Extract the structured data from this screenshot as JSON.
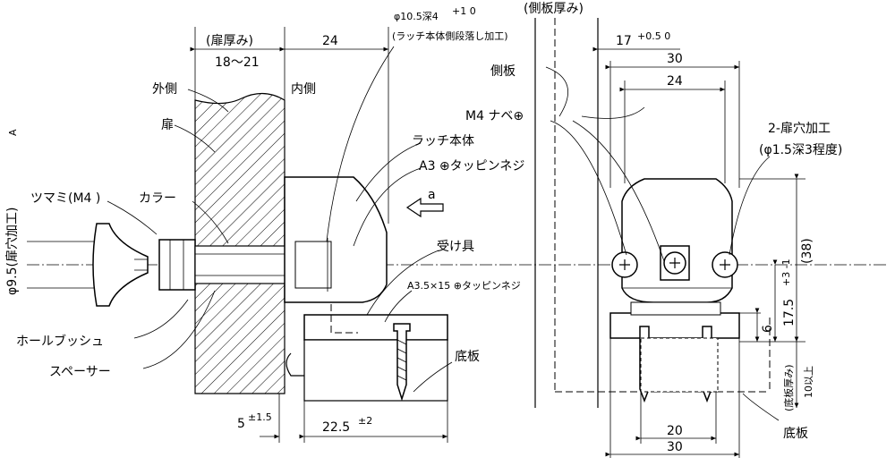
{
  "labels": {
    "door_thickness": "(扉厚み)",
    "door_range": "18～21",
    "dim_24_top": "24",
    "hole_spec": "φ10.5深4",
    "hole_tol": "+1 0",
    "latch_step": "(ラッチ本体側段落し加工)",
    "side_thickness": "(側板厚み)",
    "dim_17": "17",
    "dim_17_tol": "+0.5 0",
    "dim_30_top": "30",
    "dim_24_right": "24",
    "outside": "外側",
    "inside": "内側",
    "door": "扉",
    "side_panel": "側板",
    "m4_screw": "M4 ナベ⊕",
    "latch_body": "ラッチ本体",
    "a3_screw": "A3 ⊕タッピンネジ",
    "knob": "ツマミ(M4 )",
    "collar": "カラー",
    "arrow_a": "a",
    "receiver": "受け具",
    "a35_screw": "A3.5×15 ⊕タッピンネジ",
    "hole_2": "2-扉穴加工",
    "hole_2_spec": "(φ1.5深3程度)",
    "dim_38": "(38)",
    "dim_17_5": "17.5",
    "dim_17_5_tol": "+3 -1",
    "dim_6": "6",
    "base_thickness": "(底板厚み)",
    "base_min": "10以上",
    "phi_95": "φ9.5(扉穴加工)",
    "phi_a": "A",
    "hole_bush": "ホールブッシュ",
    "spacer": "スペーサー",
    "base_plate_left": "底板",
    "base_plate_right": "底板",
    "dim_5": "5",
    "dim_5_tol": "±1.5",
    "dim_22_5": "22.5",
    "dim_22_5_tol": "±2",
    "dim_20": "20",
    "dim_30_bottom": "30"
  }
}
